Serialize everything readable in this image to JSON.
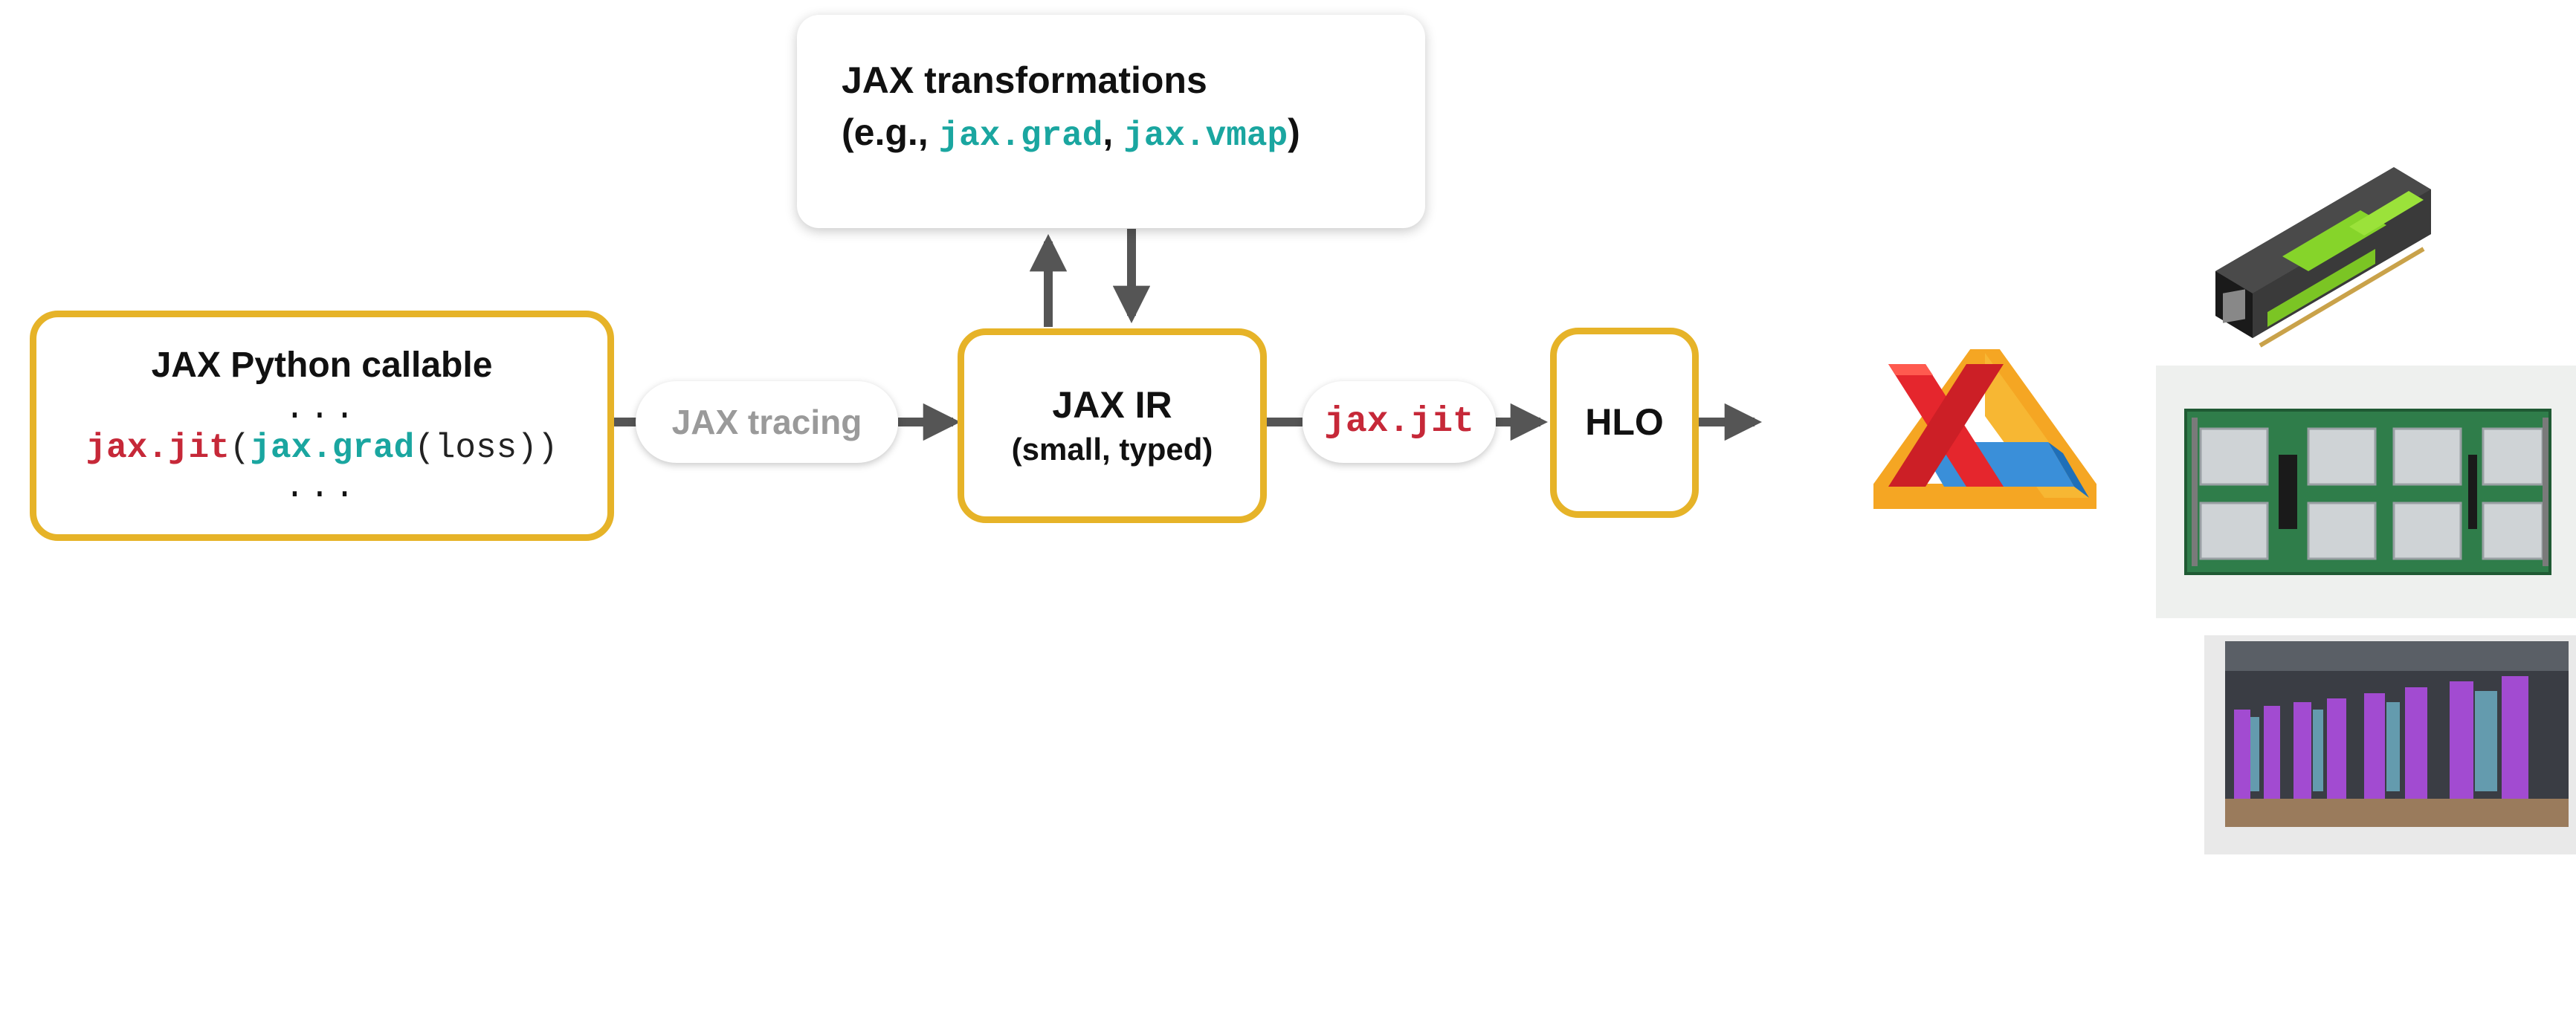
{
  "transformations": {
    "title": "JAX transformations",
    "prefix": "(e.g., ",
    "grad": "jax.grad",
    "sep": ", ",
    "vmap": "jax.vmap",
    "suffix": ")"
  },
  "callable": {
    "title": "JAX Python callable",
    "dots_top": "...",
    "jit": "jax.jit",
    "open_paren": "(",
    "grad": "jax.grad",
    "tail": "(loss))",
    "dots_bottom": "..."
  },
  "tracing_label": "JAX tracing",
  "ir": {
    "title": "JAX IR",
    "subtitle": "(small, typed)"
  },
  "jit_label": "jax.jit",
  "hlo_label": "HLO",
  "icons": {
    "xla_logo": "xla-logo-icon",
    "gpu": "gpu-card-image",
    "tpu_board": "tpu-board-image",
    "tpu_pod": "tpu-pod-image"
  },
  "colors": {
    "box_border": "#e6b328",
    "code_red": "#c62838",
    "code_teal": "#1aa6a0",
    "arrow": "#555555",
    "tracing_text": "#9a9a9a"
  }
}
